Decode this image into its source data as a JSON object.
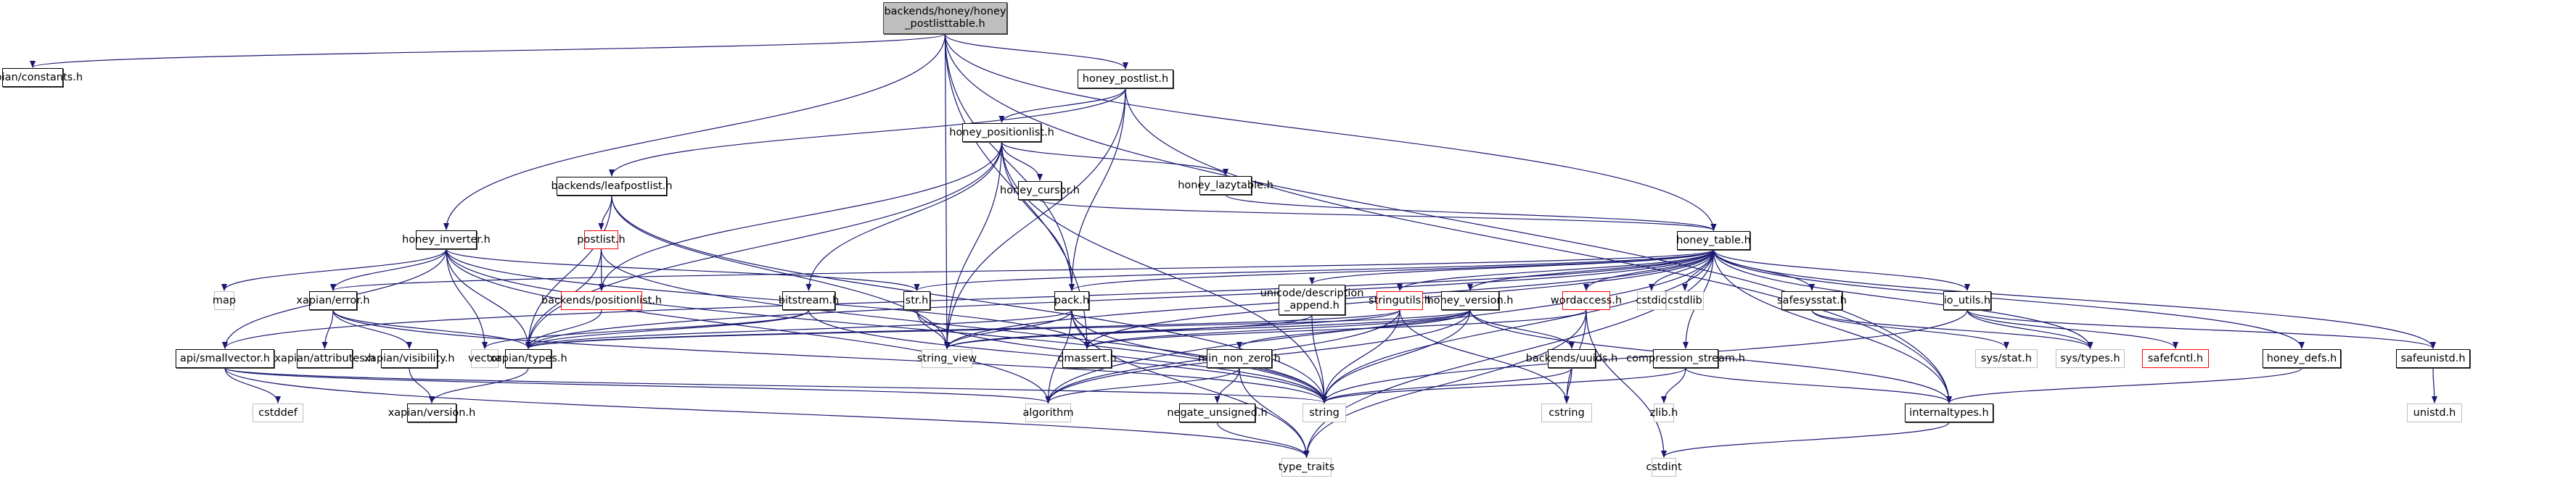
{
  "graph": {
    "title": "backends/honey/honey_postlisttable.h include dependency graph",
    "edge_color": "#191970",
    "legend_colors": {
      "root_fill": "#bfbfbf",
      "normal_border": "#000000",
      "external_border": "#bfbfbf",
      "truncated_border": "#ff0000"
    },
    "nodes": [
      {
        "id": "root",
        "label": "backends/honey/honey\n_postlisttable.h",
        "kind": "root"
      },
      {
        "id": "constants",
        "label": "xapian/constants.h",
        "kind": "normal"
      },
      {
        "id": "honey_postlist",
        "label": "honey_postlist.h",
        "kind": "normal"
      },
      {
        "id": "honey_positionlist",
        "label": "honey_positionlist.h",
        "kind": "normal"
      },
      {
        "id": "leafpostlist",
        "label": "backends/leafpostlist.h",
        "kind": "normal"
      },
      {
        "id": "honey_cursor",
        "label": "honey_cursor.h",
        "kind": "normal"
      },
      {
        "id": "honey_lazytable",
        "label": "honey_lazytable.h",
        "kind": "normal"
      },
      {
        "id": "honey_table",
        "label": "honey_table.h",
        "kind": "normal"
      },
      {
        "id": "honey_inverter",
        "label": "honey_inverter.h",
        "kind": "normal"
      },
      {
        "id": "postlist",
        "label": "postlist.h",
        "kind": "truncated"
      },
      {
        "id": "map",
        "label": "map",
        "kind": "external"
      },
      {
        "id": "error",
        "label": "xapian/error.h",
        "kind": "normal"
      },
      {
        "id": "positionlist",
        "label": "backends/positionlist.h",
        "kind": "truncated"
      },
      {
        "id": "bitstream",
        "label": "bitstream.h",
        "kind": "normal"
      },
      {
        "id": "str",
        "label": "str.h",
        "kind": "normal"
      },
      {
        "id": "pack",
        "label": "pack.h",
        "kind": "normal"
      },
      {
        "id": "description_append",
        "label": "unicode/description\n_append.h",
        "kind": "normal"
      },
      {
        "id": "stringutils",
        "label": "stringutils.h",
        "kind": "truncated"
      },
      {
        "id": "honey_version",
        "label": "honey_version.h",
        "kind": "normal"
      },
      {
        "id": "wordaccess",
        "label": "wordaccess.h",
        "kind": "truncated"
      },
      {
        "id": "cstdio",
        "label": "cstdio",
        "kind": "external"
      },
      {
        "id": "cstdlib",
        "label": "cstdlib",
        "kind": "external"
      },
      {
        "id": "safesysstat",
        "label": "safesysstat.h",
        "kind": "normal"
      },
      {
        "id": "io_utils",
        "label": "io_utils.h",
        "kind": "normal"
      },
      {
        "id": "smallvector",
        "label": "api/smallvector.h",
        "kind": "normal"
      },
      {
        "id": "attributes",
        "label": "xapian/attributes.h",
        "kind": "normal"
      },
      {
        "id": "visibility",
        "label": "xapian/visibility.h",
        "kind": "normal"
      },
      {
        "id": "vector",
        "label": "vector",
        "kind": "external"
      },
      {
        "id": "types",
        "label": "xapian/types.h",
        "kind": "normal"
      },
      {
        "id": "string_view",
        "label": "string_view",
        "kind": "external"
      },
      {
        "id": "omassert",
        "label": "omassert.h",
        "kind": "normal"
      },
      {
        "id": "min_non_zero",
        "label": "min_non_zero.h",
        "kind": "normal"
      },
      {
        "id": "uuids",
        "label": "backends/uuids.h",
        "kind": "normal"
      },
      {
        "id": "compression_stream",
        "label": "compression_stream.h",
        "kind": "normal"
      },
      {
        "id": "sys_stat",
        "label": "sys/stat.h",
        "kind": "external"
      },
      {
        "id": "sys_types",
        "label": "sys/types.h",
        "kind": "external"
      },
      {
        "id": "safefcntl",
        "label": "safefcntl.h",
        "kind": "truncated"
      },
      {
        "id": "honey_defs",
        "label": "honey_defs.h",
        "kind": "normal"
      },
      {
        "id": "safeunistd",
        "label": "safeunistd.h",
        "kind": "normal"
      },
      {
        "id": "cstddef",
        "label": "cstddef",
        "kind": "external"
      },
      {
        "id": "version",
        "label": "xapian/version.h",
        "kind": "normal"
      },
      {
        "id": "algorithm",
        "label": "algorithm",
        "kind": "external"
      },
      {
        "id": "negate_unsigned",
        "label": "negate_unsigned.h",
        "kind": "normal"
      },
      {
        "id": "string",
        "label": "string",
        "kind": "external"
      },
      {
        "id": "cstring",
        "label": "cstring",
        "kind": "external"
      },
      {
        "id": "zlib",
        "label": "zlib.h",
        "kind": "external"
      },
      {
        "id": "internaltypes",
        "label": "internaltypes.h",
        "kind": "normal"
      },
      {
        "id": "unistd",
        "label": "unistd.h",
        "kind": "external"
      },
      {
        "id": "type_traits",
        "label": "type_traits",
        "kind": "external"
      },
      {
        "id": "cstdint",
        "label": "cstdint",
        "kind": "external"
      }
    ],
    "edges": [
      [
        "root",
        "constants"
      ],
      [
        "root",
        "honey_postlist"
      ],
      [
        "root",
        "honey_inverter"
      ],
      [
        "root",
        "honey_table"
      ],
      [
        "root",
        "string_view"
      ],
      [
        "root",
        "pack"
      ],
      [
        "root",
        "internaltypes"
      ],
      [
        "root",
        "omassert"
      ],
      [
        "honey_postlist",
        "honey_positionlist"
      ],
      [
        "honey_postlist",
        "leafpostlist"
      ],
      [
        "honey_postlist",
        "pack"
      ],
      [
        "honey_postlist",
        "string_view"
      ],
      [
        "honey_postlist",
        "internaltypes"
      ],
      [
        "honey_positionlist",
        "honey_cursor"
      ],
      [
        "honey_positionlist",
        "honey_lazytable"
      ],
      [
        "honey_positionlist",
        "bitstream"
      ],
      [
        "honey_positionlist",
        "positionlist"
      ],
      [
        "honey_positionlist",
        "pack"
      ],
      [
        "honey_positionlist",
        "types"
      ],
      [
        "honey_positionlist",
        "string_view"
      ],
      [
        "honey_positionlist",
        "string"
      ],
      [
        "leafpostlist",
        "postlist"
      ],
      [
        "leafpostlist",
        "types"
      ],
      [
        "leafpostlist",
        "string_view"
      ],
      [
        "leafpostlist",
        "string"
      ],
      [
        "honey_cursor",
        "honey_table"
      ],
      [
        "honey_lazytable",
        "honey_table"
      ],
      [
        "postlist",
        "positionlist"
      ],
      [
        "postlist",
        "types"
      ],
      [
        "postlist",
        "string"
      ],
      [
        "honey_inverter",
        "map"
      ],
      [
        "honey_inverter",
        "error"
      ],
      [
        "honey_inverter",
        "smallvector"
      ],
      [
        "honey_inverter",
        "str"
      ],
      [
        "honey_inverter",
        "vector"
      ],
      [
        "honey_inverter",
        "types"
      ],
      [
        "honey_inverter",
        "omassert"
      ],
      [
        "honey_inverter",
        "string"
      ],
      [
        "honey_inverter",
        "algorithm"
      ],
      [
        "error",
        "attributes"
      ],
      [
        "error",
        "visibility"
      ],
      [
        "error",
        "types"
      ],
      [
        "error",
        "string"
      ],
      [
        "positionlist",
        "types"
      ],
      [
        "bitstream",
        "types"
      ],
      [
        "bitstream",
        "vector"
      ],
      [
        "bitstream",
        "string"
      ],
      [
        "str",
        "string_view"
      ],
      [
        "str",
        "string"
      ],
      [
        "pack",
        "string_view"
      ],
      [
        "pack",
        "omassert"
      ],
      [
        "pack",
        "types"
      ],
      [
        "pack",
        "algorithm"
      ],
      [
        "pack",
        "string"
      ],
      [
        "pack",
        "type_traits"
      ],
      [
        "honey_table",
        "pack"
      ],
      [
        "honey_table",
        "str"
      ],
      [
        "honey_table",
        "error"
      ],
      [
        "honey_table",
        "description_append"
      ],
      [
        "honey_table",
        "stringutils"
      ],
      [
        "honey_table",
        "honey_version"
      ],
      [
        "honey_table",
        "wordaccess"
      ],
      [
        "honey_table",
        "cstdio"
      ],
      [
        "honey_table",
        "cstdlib"
      ],
      [
        "honey_table",
        "safesysstat"
      ],
      [
        "honey_table",
        "io_utils"
      ],
      [
        "honey_table",
        "compression_stream"
      ],
      [
        "honey_table",
        "sys_types"
      ],
      [
        "honey_table",
        "honey_defs"
      ],
      [
        "honey_table",
        "safeunistd"
      ],
      [
        "honey_table",
        "string_view"
      ],
      [
        "honey_table",
        "string"
      ],
      [
        "honey_table",
        "algorithm"
      ],
      [
        "honey_table",
        "types"
      ],
      [
        "honey_table",
        "omassert"
      ],
      [
        "honey_table",
        "internaltypes"
      ],
      [
        "honey_table",
        "type_traits"
      ],
      [
        "honey_table",
        "smallvector"
      ],
      [
        "description_append",
        "string_view"
      ],
      [
        "description_append",
        "string"
      ],
      [
        "stringutils",
        "string_view"
      ],
      [
        "stringutils",
        "algorithm"
      ],
      [
        "stringutils",
        "string"
      ],
      [
        "stringutils",
        "cstring"
      ],
      [
        "stringutils",
        "types"
      ],
      [
        "honey_version",
        "min_non_zero"
      ],
      [
        "honey_version",
        "uuids"
      ],
      [
        "honey_version",
        "omassert"
      ],
      [
        "honey_version",
        "string"
      ],
      [
        "honey_version",
        "string_view"
      ],
      [
        "honey_version",
        "types"
      ],
      [
        "honey_version",
        "internaltypes"
      ],
      [
        "honey_version",
        "algorithm"
      ],
      [
        "wordaccess",
        "omassert"
      ],
      [
        "wordaccess",
        "cstdint"
      ],
      [
        "wordaccess",
        "type_traits"
      ],
      [
        "wordaccess",
        "cstring"
      ],
      [
        "safesysstat",
        "sys_stat"
      ],
      [
        "safesysstat",
        "sys_types"
      ],
      [
        "io_utils",
        "sys_types"
      ],
      [
        "io_utils",
        "safefcntl"
      ],
      [
        "io_utils",
        "safeunistd"
      ],
      [
        "io_utils",
        "string"
      ],
      [
        "smallvector",
        "cstddef"
      ],
      [
        "smallvector",
        "type_traits"
      ],
      [
        "smallvector",
        "algorithm"
      ],
      [
        "smallvector",
        "string"
      ],
      [
        "visibility",
        "version"
      ],
      [
        "types",
        "version"
      ],
      [
        "min_non_zero",
        "type_traits"
      ],
      [
        "min_non_zero",
        "algorithm"
      ],
      [
        "min_non_zero",
        "negate_unsigned"
      ],
      [
        "uuids",
        "string"
      ],
      [
        "uuids",
        "cstring"
      ],
      [
        "compression_stream",
        "zlib"
      ],
      [
        "compression_stream",
        "internaltypes"
      ],
      [
        "compression_stream",
        "string"
      ],
      [
        "honey_defs",
        "internaltypes"
      ],
      [
        "safeunistd",
        "unistd"
      ],
      [
        "negate_unsigned",
        "type_traits"
      ],
      [
        "internaltypes",
        "cstdint"
      ]
    ]
  }
}
